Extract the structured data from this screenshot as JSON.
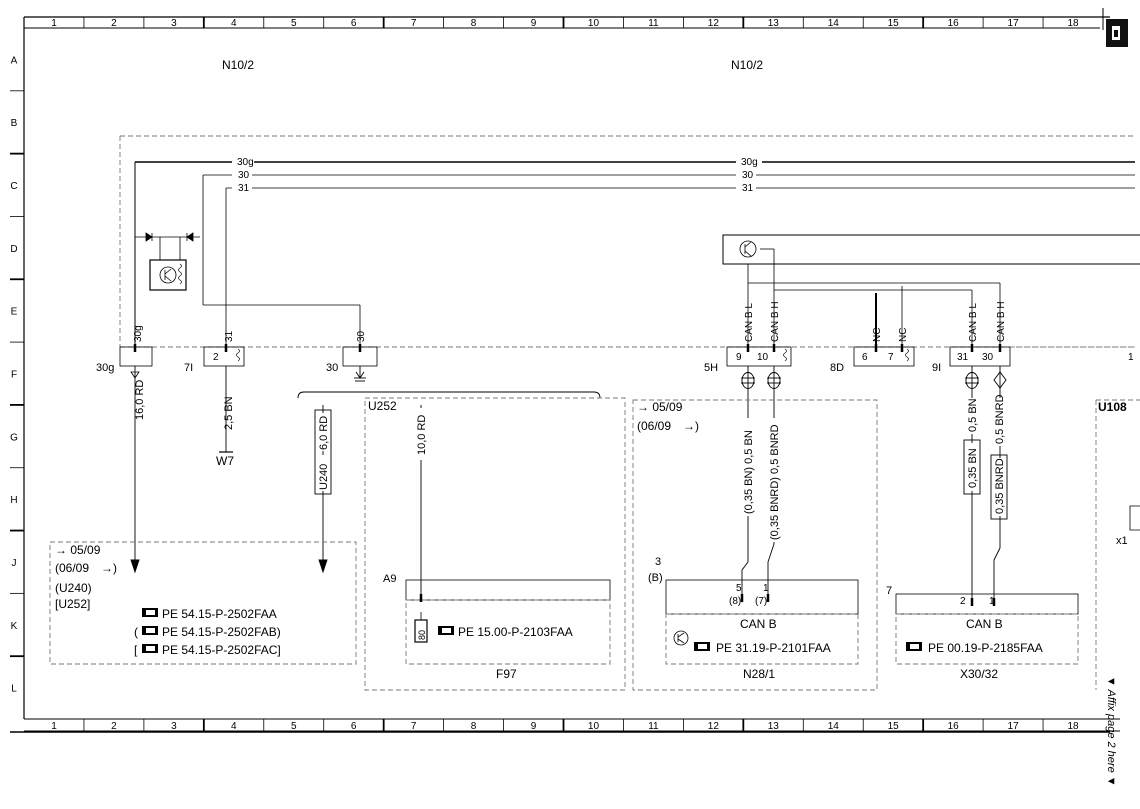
{
  "sheet": {
    "columns": [
      "1",
      "2",
      "3",
      "4",
      "5",
      "6",
      "7",
      "8",
      "9",
      "10",
      "11",
      "12",
      "13",
      "14",
      "15",
      "16",
      "17",
      "18"
    ],
    "rows": [
      "A",
      "B",
      "C",
      "D",
      "E",
      "F",
      "G",
      "H",
      "J",
      "K",
      "L"
    ],
    "affix_note": "▼ Affix page 2 here ▼"
  },
  "modules": {
    "left_title": "N10/2",
    "right_title": "N10/2"
  },
  "buses": {
    "line_30g": "30g",
    "line_30": "30",
    "line_31": "31"
  },
  "connectors": {
    "c30g_label": "30g",
    "c30g_pin": "30g",
    "c7i_label": "7I",
    "c7i_pin": "2",
    "c7i_wire": "31",
    "c30_label": "30",
    "c30_pin": "30",
    "c5h_label": "5H",
    "c5h_pin1": "9",
    "c5h_pin2": "10",
    "c5h_sig1": "CAN B L",
    "c5h_sig2": "CAN B H",
    "c8d_label": "8D",
    "c8d_pin1": "6",
    "c8d_pin2": "7",
    "c8d_sig1": "NC",
    "c8d_sig2": "NC",
    "c9i_label": "9I",
    "c9i_pin1": "31",
    "c9i_pin2": "30",
    "c9i_sig1": "CAN B L",
    "c9i_sig2": "CAN B H",
    "c1_pin": "1"
  },
  "wires": {
    "w_16rd": "16,0 RD",
    "w_25bn": "2,5 BN",
    "ground": "W7",
    "w_u240": "U240",
    "w_6rd": "6,0 RD",
    "w_10rd": "10,0 RD",
    "w_05bn": "(0,35 BN) 0,5 BN",
    "w_05bnrd": "(0,35 BNRD) 0,5 BNRD",
    "w_035bn_r": "0,35 BN",
    "w_05bn_r": "0,5 BN",
    "w_035bnrd_r": "0,35 BNRD",
    "w_05bnrd_r": "0,5 BNRD"
  },
  "box_left": {
    "line1": "→ 05/09",
    "line2": "(06/09",
    "line2b": "→)",
    "line3": "(U240)",
    "line4": "[U252]",
    "ref1": "PE 54.15-P-2502FAA",
    "ref2": "PE 54.15-P-2502FAB)",
    "ref3": "PE 54.15-P-2502FAC]",
    "ref2_open": "(",
    "ref3_open": "["
  },
  "box_u252": {
    "code": "U252",
    "a9": "A9",
    "fuse": "80",
    "ref": "PE 15.00-P-2103FAA",
    "name": "F97"
  },
  "box_n28": {
    "line1": "→ 05/09",
    "line2": "(06/09",
    "line2b": "→)",
    "num": "3",
    "var": "(B)",
    "pin5": "5",
    "pin1": "1",
    "pin5b": "(8)",
    "pin1b": "(7)",
    "can": "CAN B",
    "ref": "PE 31.19-P-2101FAA",
    "name": "N28/1"
  },
  "box_x30": {
    "num": "7",
    "pin2": "2",
    "pin1": "1",
    "can": "CAN B",
    "ref": "PE 00.19-P-2185FAA",
    "name": "X30/32"
  },
  "box_u108": {
    "code": "U108",
    "x1": "x1"
  }
}
